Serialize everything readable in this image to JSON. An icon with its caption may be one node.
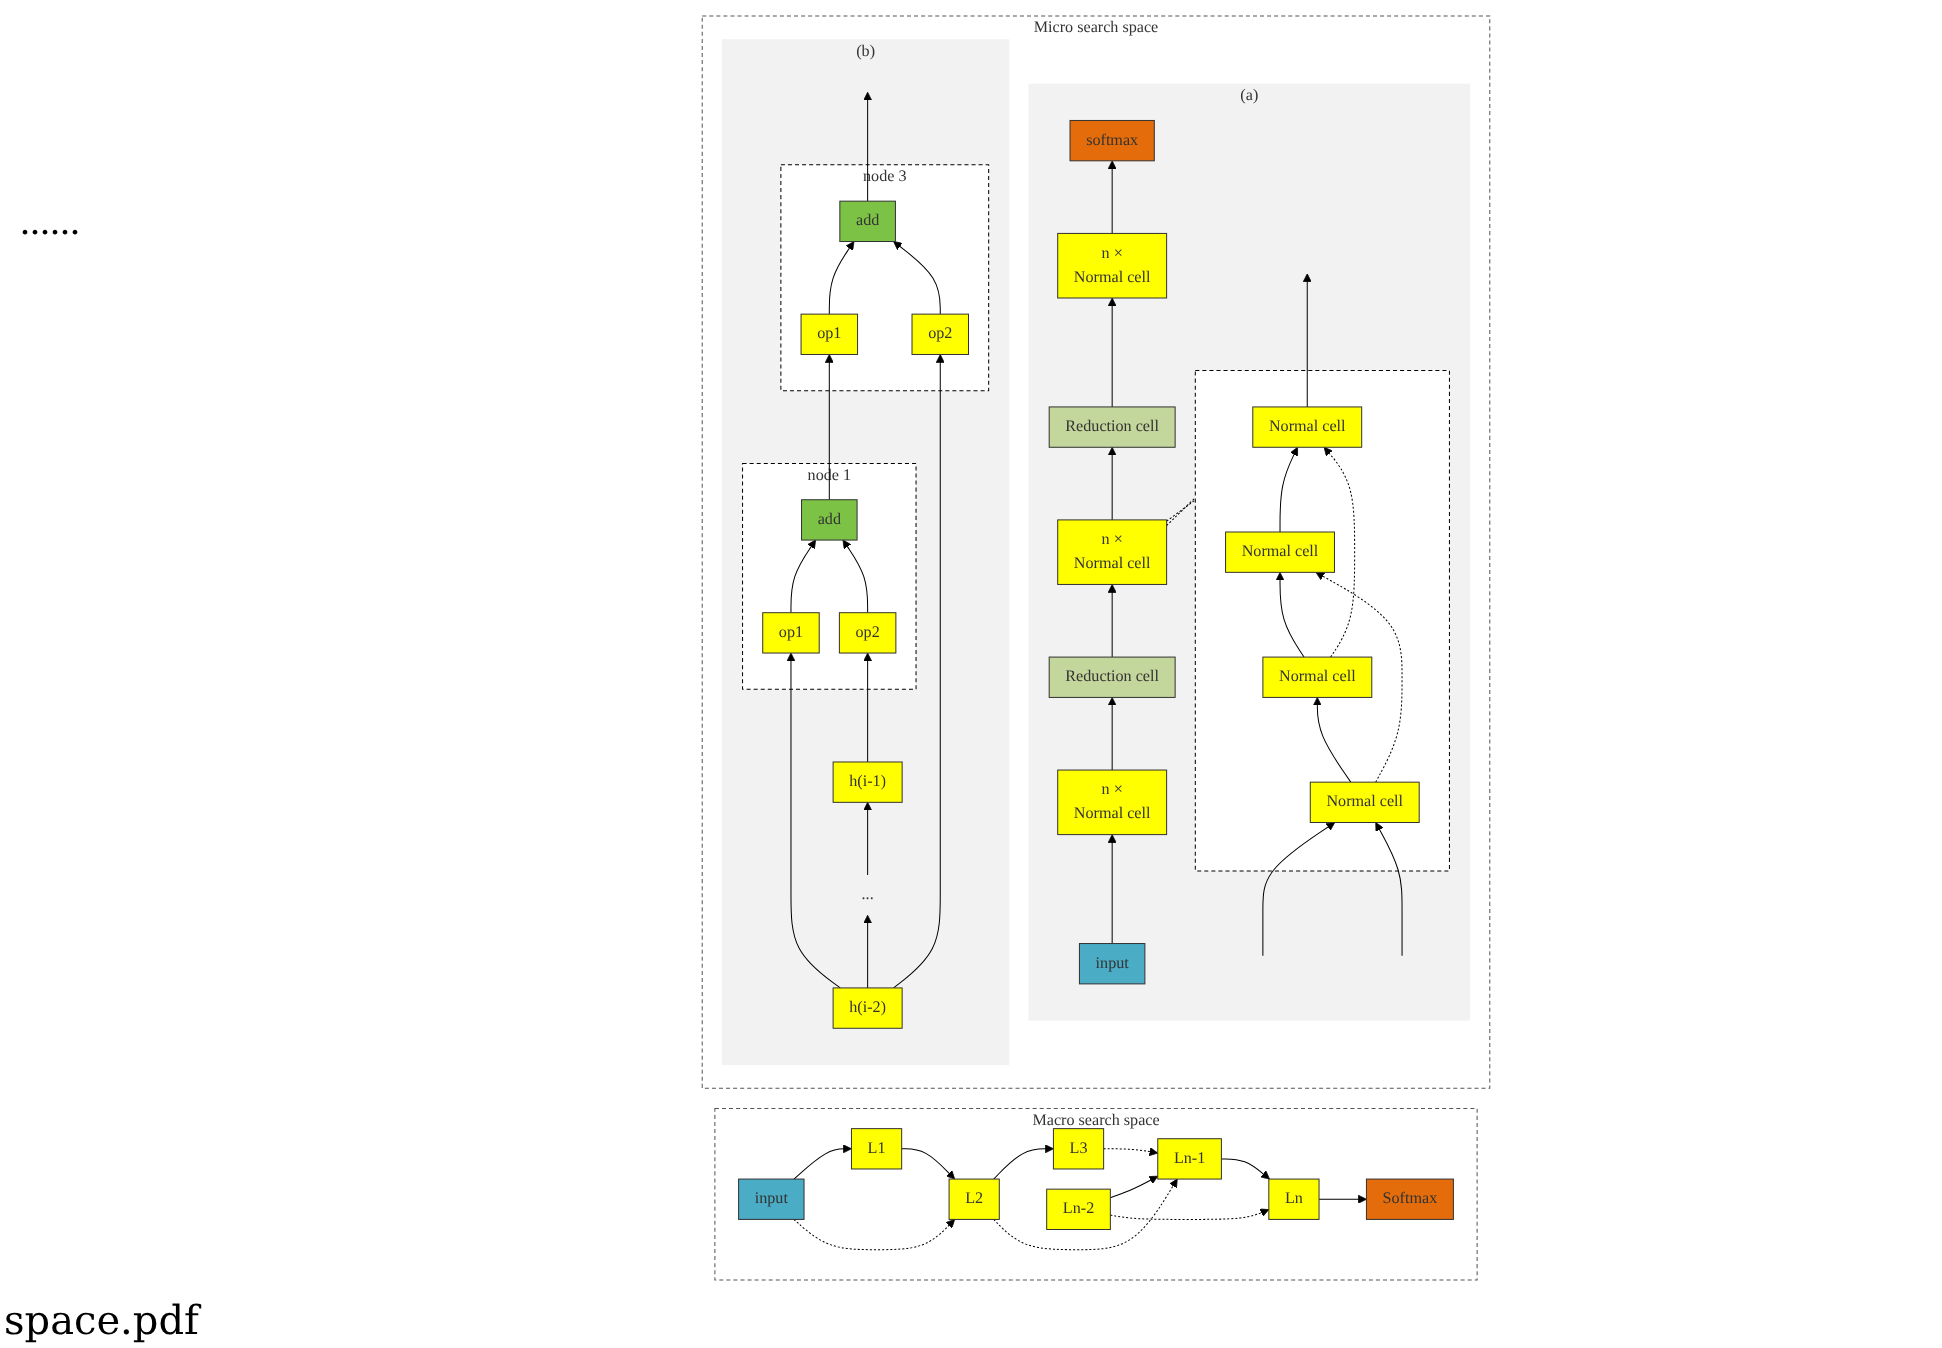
{
  "diagram": {
    "caption": "space.pdf",
    "nodes": [
      {
        "text": [
          "Macro search space"
        ]
      },
      {
        "text": [
          "input"
        ],
        "in": 0
      },
      {
        "text": [
          "L1"
        ],
        "in": 0
      },
      {
        "text": [
          "L2"
        ],
        "in": 0
      },
      {
        "text": [
          "L3"
        ],
        "in": 0
      },
      {
        "text": [
          "Ln-2"
        ],
        "in": 0
      },
      {
        "text": [
          "Ln-1"
        ],
        "in": 0
      },
      {
        "text": [
          "Ln"
        ],
        "in": 0
      },
      {
        "text": [
          "Softmax"
        ],
        "in": 0
      },
      {
        "text": [
          "Micro search space"
        ]
      },
      {
        "text": [
          "(a)"
        ],
        "in": 9
      },
      {
        "text": [
          "softmax"
        ],
        "in": 10
      },
      {
        "text": [
          "n ×",
          "Normal cell"
        ],
        "in": 10
      },
      {
        "text": [
          "Reduction cell"
        ],
        "in": 10
      },
      {
        "text": [
          "n ×",
          "Normal cell"
        ],
        "in": 10
      },
      {
        "text": [
          "Reduction cell"
        ],
        "in": 10
      },
      {
        "text": [
          "n ×",
          "Normal cell"
        ],
        "in": 10
      },
      {
        "text": [
          "input"
        ],
        "in": 10
      },
      {
        "text": [],
        "shape": "box",
        "in": 10
      },
      {
        "text": [
          "Normal cell"
        ],
        "in": 18
      },
      {
        "text": [
          "Normal cell"
        ],
        "in": 18
      },
      {
        "text": [
          "Normal cell"
        ],
        "in": 18
      },
      {
        "text": [
          "Normal cell"
        ],
        "in": 18
      },
      {
        "text": [
          "(b)"
        ],
        "in": 9
      },
      {
        "text": [
          "node 3"
        ],
        "in": 23
      },
      {
        "text": [
          "add"
        ],
        "in": 24
      },
      {
        "text": [
          "op1"
        ],
        "in": 24
      },
      {
        "text": [
          "op2"
        ],
        "in": 24
      },
      {
        "text": [
          "node 1"
        ],
        "in": 23
      },
      {
        "text": [
          "add"
        ],
        "in": 28
      },
      {
        "text": [
          "op1"
        ],
        "in": 28
      },
      {
        "text": [
          "op2"
        ],
        "in": 28
      },
      {
        "text": [
          "h(i-1)"
        ],
        "in": 23
      },
      {
        "text": [
          "..."
        ],
        "in": 23
      },
      {
        "text": [
          "h(i-2)"
        ],
        "in": 23
      }
    ],
    "edges": [
      {
        "from": 1,
        "to": 2,
        "arrow": "to"
      },
      {
        "from": 2,
        "to": 3,
        "arrow": "to"
      },
      {
        "from": 3,
        "to": 4,
        "arrow": "to"
      },
      {
        "from": 5,
        "to": 6,
        "arrow": "to"
      },
      {
        "from": 6,
        "to": 7,
        "arrow": "to"
      },
      {
        "from": 7,
        "to": 8,
        "arrow": "to"
      },
      {
        "from": 1,
        "to": 3,
        "arrow": "to",
        "style": "dashed"
      },
      {
        "from": 4,
        "to": 6,
        "arrow": "to",
        "style": "dashed"
      },
      {
        "from": 3,
        "to": 6,
        "arrow": "to",
        "style": "dashed"
      },
      {
        "from": 5,
        "to": 7,
        "arrow": "to",
        "style": "dashed"
      },
      {
        "from": 17,
        "to": 16,
        "arrow": "to"
      },
      {
        "from": 16,
        "to": 15,
        "arrow": "to"
      },
      {
        "from": 15,
        "to": 14,
        "arrow": "to"
      },
      {
        "from": 14,
        "to": 13,
        "arrow": "to"
      },
      {
        "from": 13,
        "to": 12,
        "arrow": "to"
      },
      {
        "from": 12,
        "to": 11,
        "arrow": "to"
      },
      {
        "from": 14,
        "to": 18,
        "arrow": "none",
        "style": "dashed"
      },
      {
        "from": 14,
        "to": 18,
        "arrow": "none",
        "style": "dashed"
      },
      {
        "from": null,
        "to": 22,
        "arrow": "to"
      },
      {
        "from": null,
        "to": 22,
        "arrow": "to"
      },
      {
        "from": 22,
        "to": 21,
        "arrow": "to"
      },
      {
        "from": 21,
        "to": 20,
        "arrow": "to"
      },
      {
        "from": 20,
        "to": 19,
        "arrow": "to"
      },
      {
        "from": 22,
        "to": 20,
        "arrow": "to",
        "style": "dashed"
      },
      {
        "from": 21,
        "to": 19,
        "arrow": "to",
        "style": "dashed"
      },
      {
        "from": 19,
        "to": null,
        "arrow": "to"
      },
      {
        "from": 25,
        "to": null,
        "arrow": "to"
      },
      {
        "from": 26,
        "to": 25,
        "arrow": "to"
      },
      {
        "from": 27,
        "to": 25,
        "arrow": "to"
      },
      {
        "from": 29,
        "to": 26,
        "arrow": "to"
      },
      {
        "from": 30,
        "to": 29,
        "arrow": "to"
      },
      {
        "from": 31,
        "to": 29,
        "arrow": "to"
      },
      {
        "from": 32,
        "to": 31,
        "arrow": "to"
      },
      {
        "from": 34,
        "to": 30,
        "arrow": "to"
      },
      {
        "from": 34,
        "to": 27,
        "arrow": "to"
      },
      {
        "from": 34,
        "to": 33,
        "arrow": "to"
      },
      {
        "from": 33,
        "to": 32,
        "arrow": "to"
      }
    ],
    "labels": [
      "......"
    ]
  }
}
